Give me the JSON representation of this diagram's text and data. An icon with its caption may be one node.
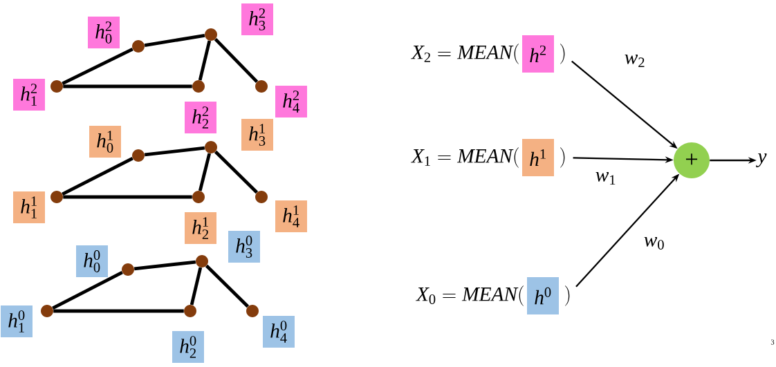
{
  "diagram": {
    "nodes": [
      {
        "text": [],
        "shape": "circle"
      },
      {
        "text": [],
        "shape": "circle"
      },
      {
        "text": [],
        "shape": "circle"
      },
      {
        "text": [],
        "shape": "circle"
      },
      {
        "text": [],
        "shape": "circle"
      },
      {
        "text": [
          "h_0^2"
        ]
      },
      {
        "text": [
          "h_3^2"
        ]
      },
      {
        "text": [
          "h_1^2"
        ]
      },
      {
        "text": [
          "h_4^2"
        ]
      },
      {
        "text": [
          "h_2^2"
        ]
      },
      {
        "text": [],
        "shape": "circle"
      },
      {
        "text": [],
        "shape": "circle"
      },
      {
        "text": [],
        "shape": "circle"
      },
      {
        "text": [],
        "shape": "circle"
      },
      {
        "text": [],
        "shape": "circle"
      },
      {
        "text": [
          "h_0^1"
        ]
      },
      {
        "text": [
          "h_3^1"
        ]
      },
      {
        "text": [
          "h_1^1"
        ]
      },
      {
        "text": [
          "h_4^1"
        ]
      },
      {
        "text": [
          "h_2^1"
        ]
      },
      {
        "text": [],
        "shape": "circle"
      },
      {
        "text": [],
        "shape": "circle"
      },
      {
        "text": [],
        "shape": "circle"
      },
      {
        "text": [],
        "shape": "circle"
      },
      {
        "text": [],
        "shape": "circle"
      },
      {
        "text": [
          "h_0^0"
        ]
      },
      {
        "text": [
          "h_3^0"
        ]
      },
      {
        "text": [
          "h_1^0"
        ]
      },
      {
        "text": [
          "h_4^0"
        ]
      },
      {
        "text": [
          "h_2^0"
        ]
      },
      {
        "text": [
          "X_2 = MEAN("
        ]
      },
      {
        "text": [
          "h^2"
        ]
      },
      {
        "text": [
          ")"
        ]
      },
      {
        "text": [
          "X_1 = MEAN("
        ]
      },
      {
        "text": [
          "h^1"
        ]
      },
      {
        "text": [
          ")"
        ]
      },
      {
        "text": [
          "X_0 = MEAN("
        ]
      },
      {
        "text": [
          "h^0"
        ]
      },
      {
        "text": [
          ")"
        ]
      },
      {
        "text": [
          "+"
        ]
      },
      {
        "text": [
          "y"
        ]
      }
    ],
    "edges": [
      {
        "from": 2,
        "to": 0,
        "arrow": "none"
      },
      {
        "from": 0,
        "to": 1,
        "arrow": "none"
      },
      {
        "from": 1,
        "to": 3,
        "arrow": "none"
      },
      {
        "from": 2,
        "to": 3,
        "arrow": "none"
      },
      {
        "from": 1,
        "to": 4,
        "arrow": "none"
      },
      {
        "from": 12,
        "to": 10,
        "arrow": "none"
      },
      {
        "from": 10,
        "to": 11,
        "arrow": "none"
      },
      {
        "from": 11,
        "to": 13,
        "arrow": "none"
      },
      {
        "from": 12,
        "to": 13,
        "arrow": "none"
      },
      {
        "from": 11,
        "to": 14,
        "arrow": "none"
      },
      {
        "from": 22,
        "to": 20,
        "arrow": "none"
      },
      {
        "from": 20,
        "to": 21,
        "arrow": "none"
      },
      {
        "from": 21,
        "to": 23,
        "arrow": "none"
      },
      {
        "from": 22,
        "to": 23,
        "arrow": "none"
      },
      {
        "from": 21,
        "to": 24,
        "arrow": "none"
      },
      {
        "from": 32,
        "to": 39,
        "arrow": "to",
        "label": "w_2"
      },
      {
        "from": 35,
        "to": 39,
        "arrow": "to",
        "label": "w_1"
      },
      {
        "from": 38,
        "to": 39,
        "arrow": "to",
        "label": "w_0"
      },
      {
        "from": 39,
        "to": 40,
        "arrow": "to"
      }
    ],
    "labels": [
      "3"
    ]
  }
}
